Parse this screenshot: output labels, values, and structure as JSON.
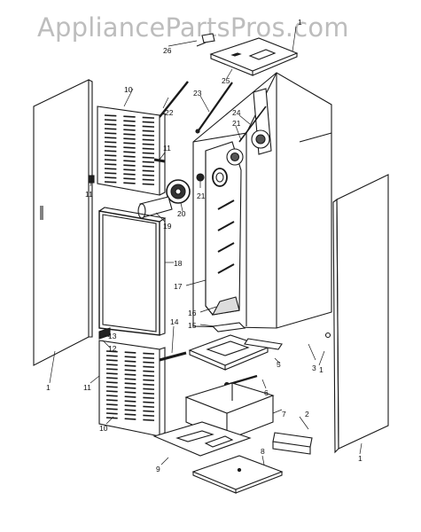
{
  "watermark": "AppliancePartsPros.com",
  "colors": {
    "line": "#1a1a1a",
    "watermark": "#bdbdbd",
    "fill": "#ffffff",
    "shade": "#555555"
  },
  "callouts": {
    "c1a": "1",
    "c1b": "1",
    "c1c": "1",
    "c1d": "1",
    "c2": "2",
    "c3": "3",
    "c5": "5",
    "c6": "6",
    "c7": "7",
    "c8": "8",
    "c9": "9",
    "c10a": "10",
    "c10b": "10",
    "c11a": "11",
    "c11b": "11",
    "c11c": "11",
    "c12": "12",
    "c13": "13",
    "c14": "14",
    "c15": "15",
    "c16": "16",
    "c17": "17",
    "c18": "18",
    "c19": "19",
    "c20": "20",
    "c21a": "21",
    "c21b": "21",
    "c22": "22",
    "c23": "23",
    "c24": "24",
    "c25": "25",
    "c26": "26"
  }
}
